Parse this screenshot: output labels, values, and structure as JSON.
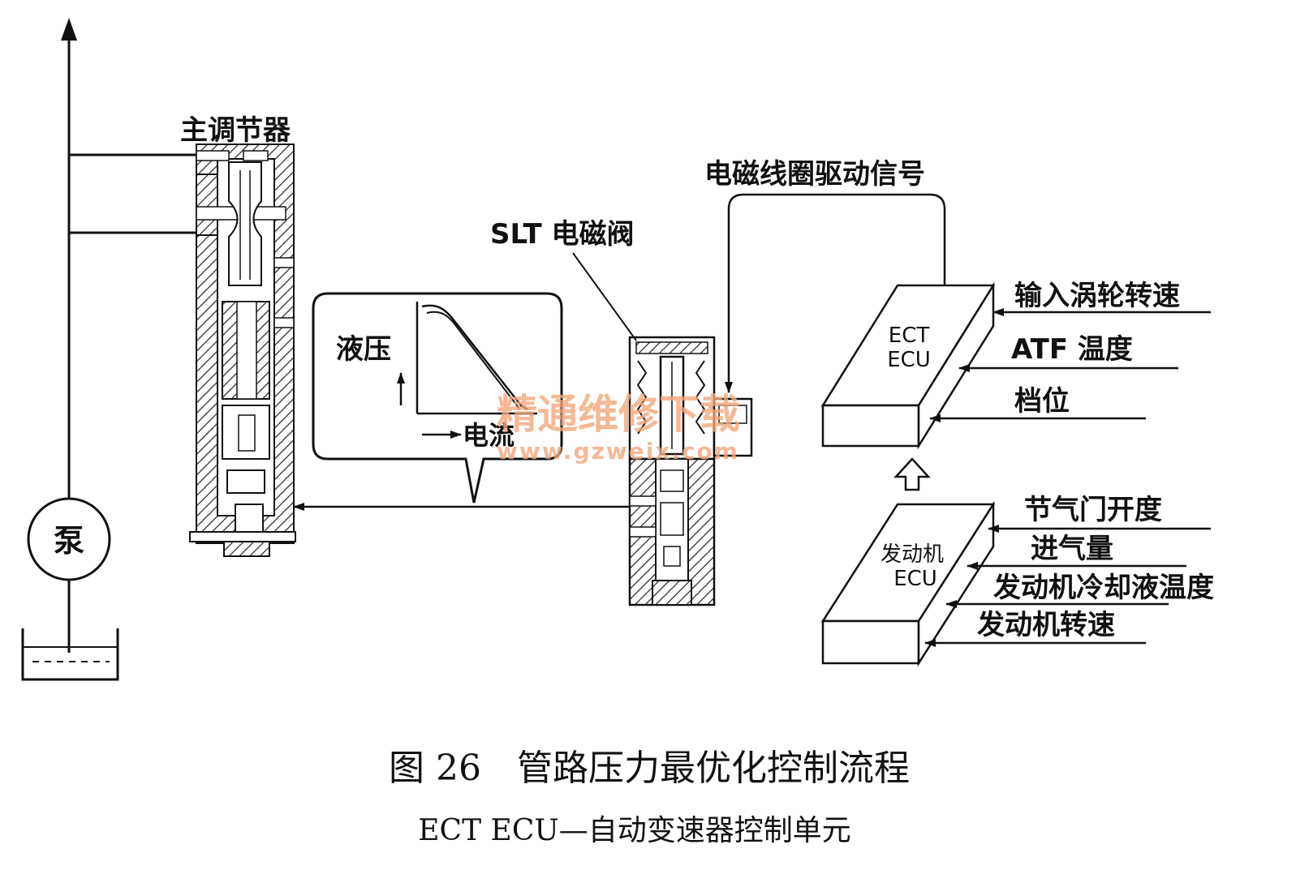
{
  "labels": {
    "main_regulator": "主调节器",
    "solenoid_signal": "电磁线圈驱动信号",
    "slt_valve": "SLT 电磁阀",
    "pump": "泵",
    "hydraulic_pressure": "液压",
    "current": "电流",
    "ect_ecu_line1": "ECT",
    "ect_ecu_line2": "ECU",
    "engine_ecu_line1": "发动机",
    "engine_ecu_line2": "ECU"
  },
  "ect_inputs": [
    "输入涡轮转速",
    "ATF 温度",
    "档位"
  ],
  "engine_inputs": [
    "节气门开度",
    "进气量",
    "发动机冷却液温度",
    "发动机转速"
  ],
  "watermark": {
    "text": "精通维修下载",
    "url": "www.gzweix.com",
    "color": "#f2a87a"
  },
  "caption": {
    "title": "图 26　管路压力最优化控制流程",
    "subtitle": "ECT ECU—自动变速器控制单元"
  }
}
